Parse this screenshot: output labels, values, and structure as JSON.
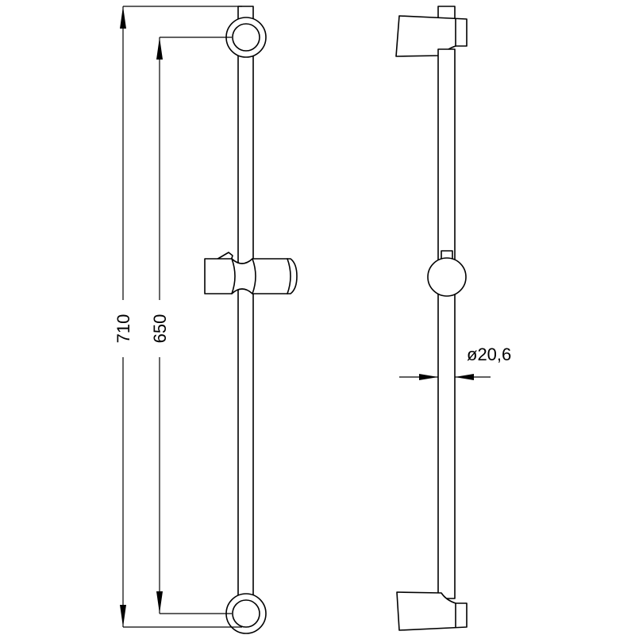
{
  "dimensions": {
    "total_length": "710",
    "hole_spacing": "650",
    "bar_diameter": "ø20,6"
  },
  "colors": {
    "line": "#000000",
    "background": "#ffffff"
  }
}
